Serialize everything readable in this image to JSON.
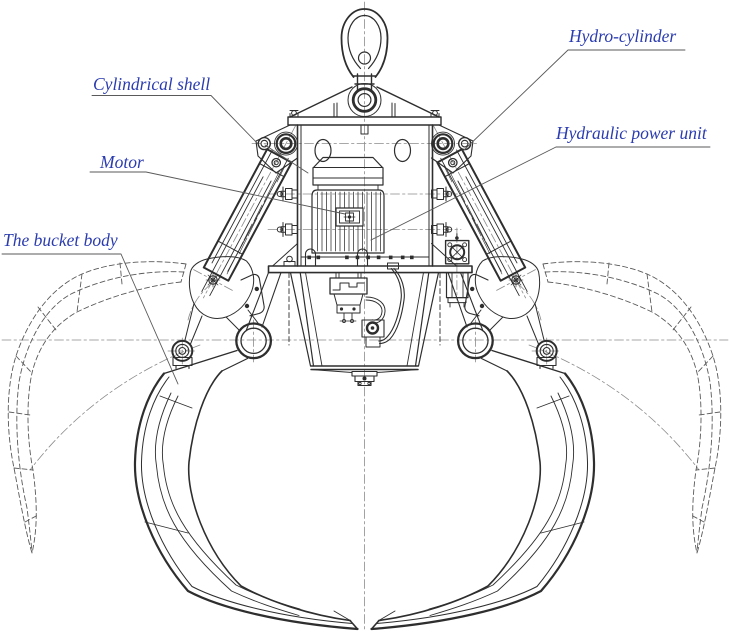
{
  "diagram": {
    "type": "engineering-line-drawing",
    "labels": [
      {
        "id": "cylindrical-shell",
        "text": "Cylindrical shell"
      },
      {
        "id": "hydro-cylinder",
        "text": "Hydro-cylinder"
      },
      {
        "id": "motor",
        "text": "Motor"
      },
      {
        "id": "hydraulic-power-unit",
        "text": "Hydraulic power unit"
      },
      {
        "id": "the-bucket-body",
        "text": "The bucket body"
      }
    ],
    "colors": {
      "label_text": "#2b3cb0",
      "line_dark": "#2e2e2e",
      "line_light": "#6a6a6a",
      "background": "#ffffff"
    }
  }
}
